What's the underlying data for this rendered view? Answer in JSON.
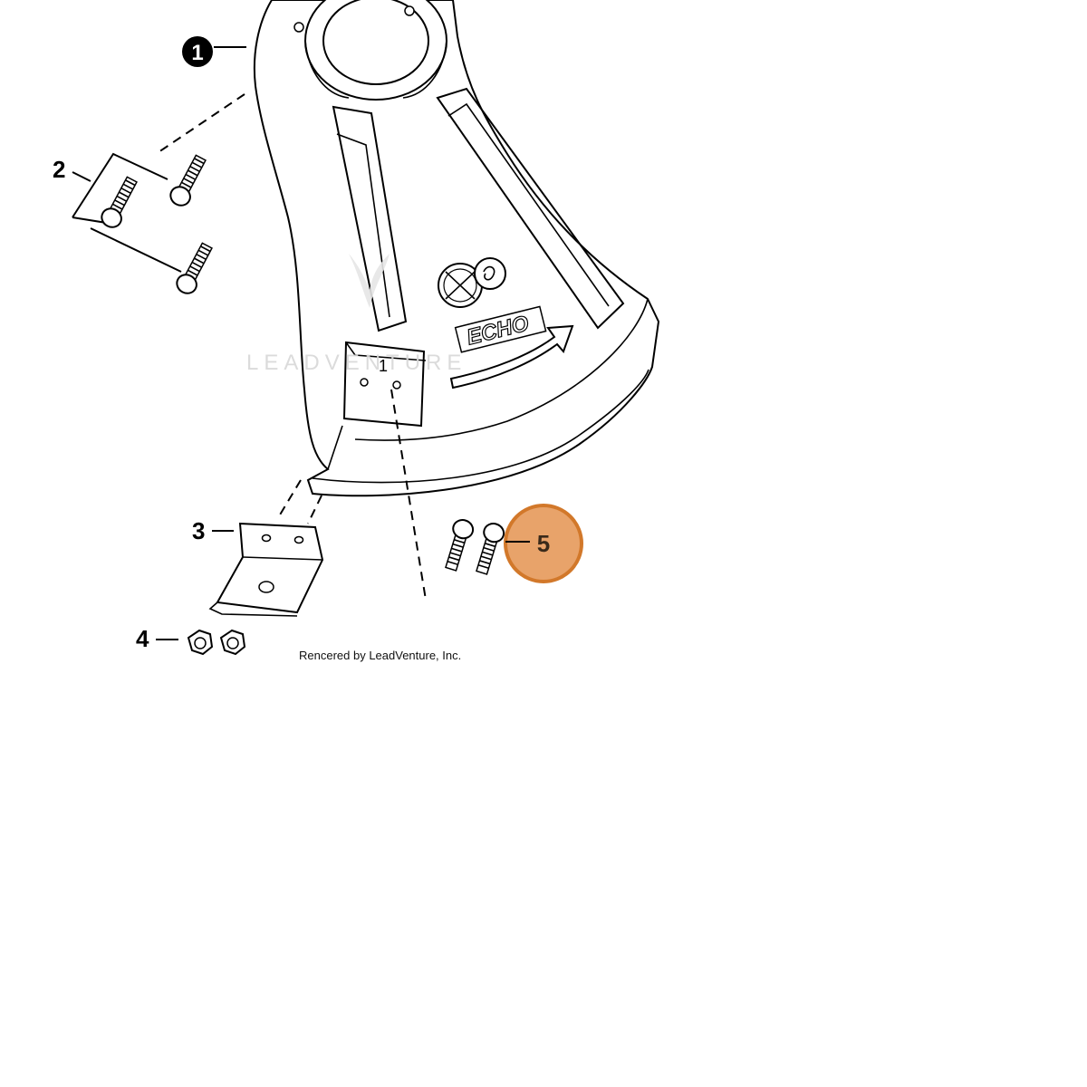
{
  "callouts": [
    {
      "label": "1"
    },
    {
      "label": "2"
    },
    {
      "label": "3"
    },
    {
      "label": "4"
    },
    {
      "label": "5"
    }
  ],
  "highlighted_callout": "5",
  "highlight_color": "#E8A36A",
  "highlight_ring_color": "#D2782A",
  "brand_logo_text": "ECHO",
  "watermark_text": "LEADVENTURE",
  "credit_text": "Rencered by LeadVenture, Inc.",
  "guard_label": "1"
}
